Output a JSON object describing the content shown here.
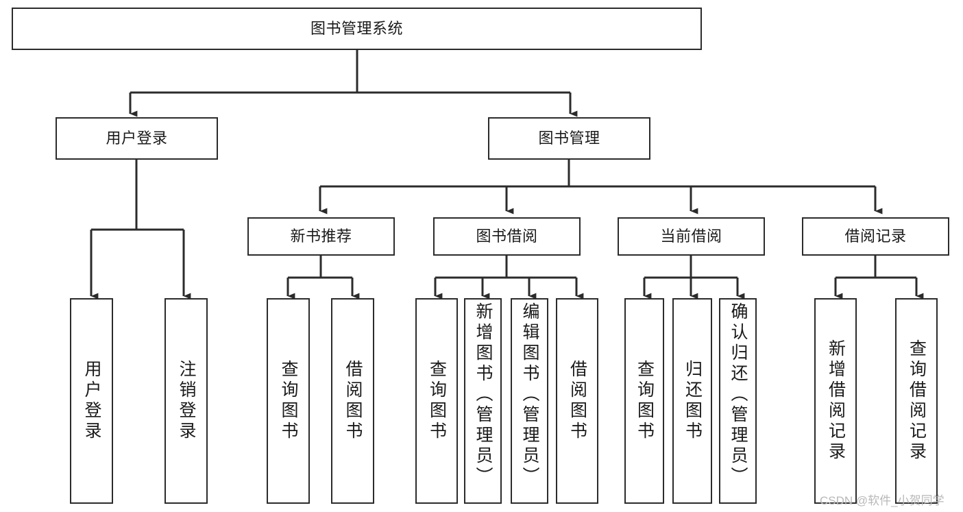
{
  "diagram": {
    "title": "图书管理系统",
    "type": "tree-hierarchy-chart",
    "colors": {
      "box_border": "#2b2b2b",
      "box_fill": "#ffffff",
      "line": "#2b2b2b",
      "text": "#1a1a1a",
      "background": "#ffffff",
      "watermark": "#b8b8b8"
    }
  },
  "nodes": {
    "root": {
      "label": "图书管理系统"
    },
    "level1": [
      {
        "id": "user-login",
        "label": "用户登录"
      },
      {
        "id": "book-management",
        "label": "图书管理"
      }
    ],
    "level2": [
      {
        "id": "new-book-recommend",
        "label": "新书推荐"
      },
      {
        "id": "book-borrow",
        "label": "图书借阅"
      },
      {
        "id": "current-borrow",
        "label": "当前借阅"
      },
      {
        "id": "borrow-record",
        "label": "借阅记录"
      }
    ],
    "leaves": {
      "user-login": [
        {
          "id": "leaf-user-login",
          "label": "用户登录"
        },
        {
          "id": "leaf-logout-login",
          "label": "注销登录"
        }
      ],
      "new-book-recommend": [
        {
          "id": "leaf-query-book-1",
          "label": "查询图书"
        },
        {
          "id": "leaf-borrow-book-1",
          "label": "借阅图书"
        }
      ],
      "book-borrow": [
        {
          "id": "leaf-query-book-2",
          "label": "查询图书"
        },
        {
          "id": "leaf-add-book-admin",
          "label": "新增图书（管理员）"
        },
        {
          "id": "leaf-edit-book-admin",
          "label": "编辑图书（管理员）"
        },
        {
          "id": "leaf-borrow-book-2",
          "label": "借阅图书"
        }
      ],
      "current-borrow": [
        {
          "id": "leaf-query-book-3",
          "label": "查询图书"
        },
        {
          "id": "leaf-return-book",
          "label": "归还图书"
        },
        {
          "id": "leaf-confirm-return-admin",
          "label": "确认归还（管理员）"
        }
      ],
      "borrow-record": [
        {
          "id": "leaf-add-borrow-record",
          "label": "新增借阅记录"
        },
        {
          "id": "leaf-query-borrow-record",
          "label": "查询借阅记录"
        }
      ]
    }
  },
  "watermark": {
    "text": "CSDN @软件_小贺同学"
  }
}
